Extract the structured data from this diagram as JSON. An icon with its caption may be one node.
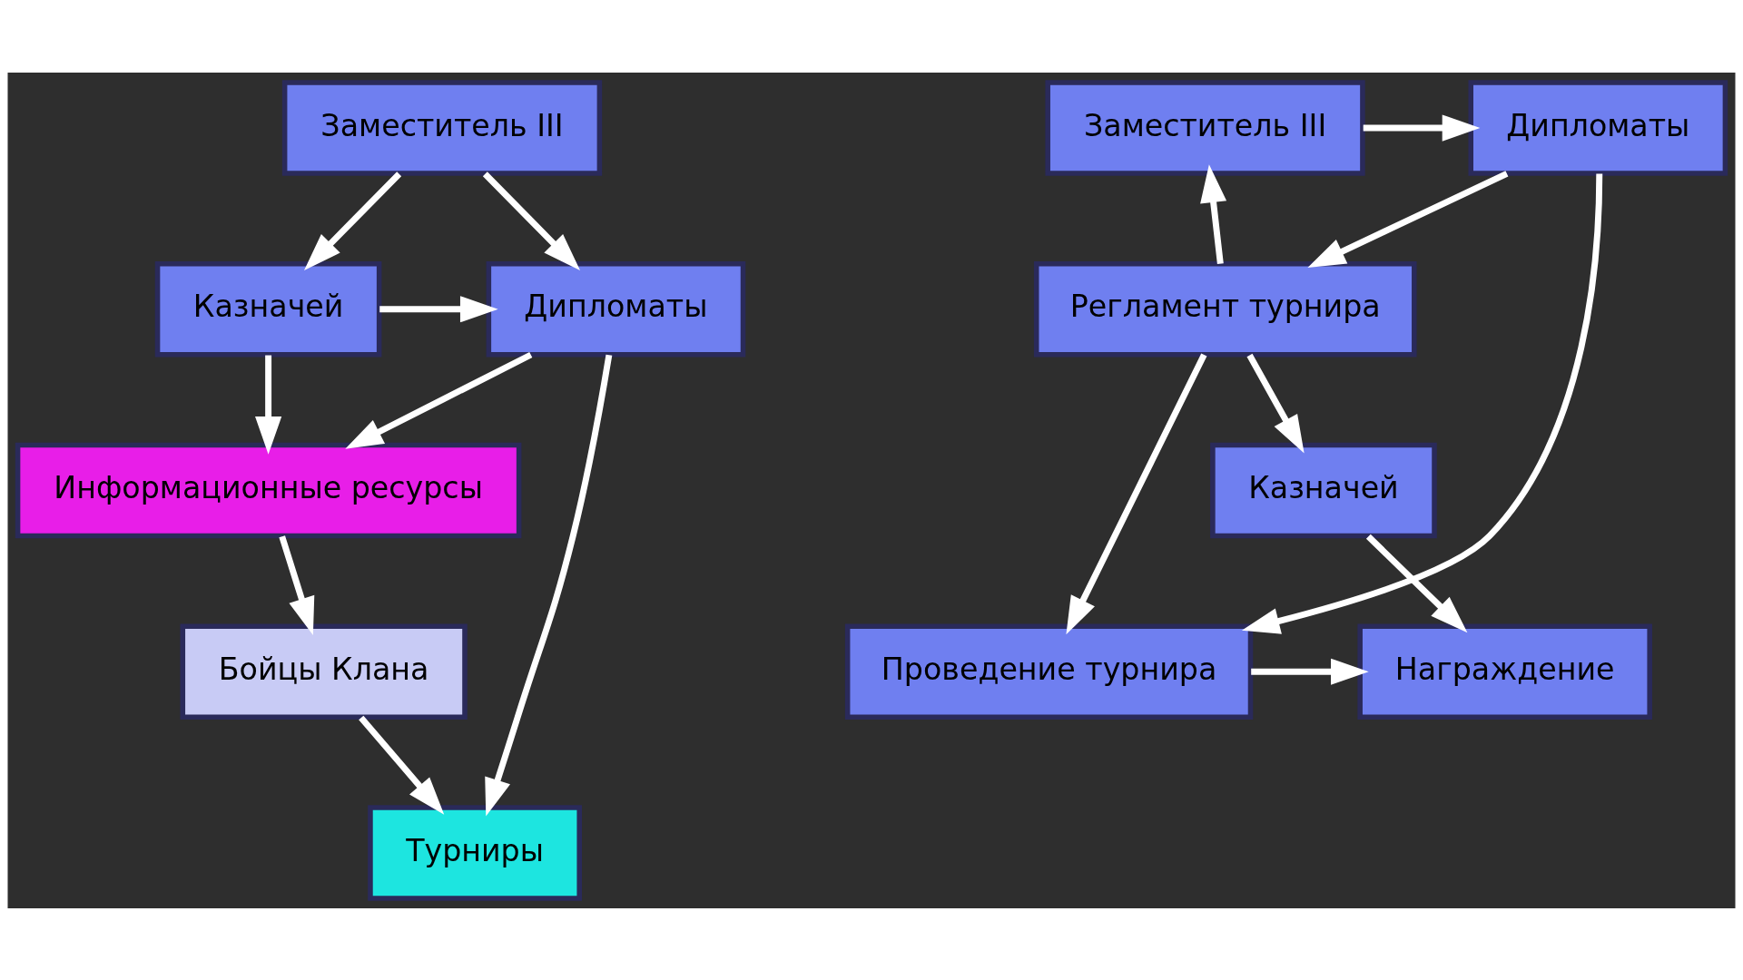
{
  "diagram": {
    "nodes": [
      {
        "text": [
          "Заместитель III"
        ]
      },
      {
        "text": [
          "Дипломаты"
        ]
      },
      {
        "text": [
          "Казначей"
        ]
      },
      {
        "text": [
          "Информационные ресурсы"
        ]
      },
      {
        "text": [
          "Турниры"
        ]
      },
      {
        "text": [
          "Бойцы Клана"
        ]
      },
      {
        "text": [
          "Заместитель III"
        ]
      },
      {
        "text": [
          "Дипломаты"
        ]
      },
      {
        "text": [
          "Регламент турнира"
        ]
      },
      {
        "text": [
          "Проведение турнира"
        ]
      },
      {
        "text": [
          "Награждение"
        ]
      },
      {
        "text": [
          "Казначей"
        ]
      }
    ],
    "edges": [
      {
        "from": 0,
        "to": 1,
        "arrow": "to"
      },
      {
        "from": 0,
        "to": 2,
        "arrow": "to"
      },
      {
        "from": 2,
        "to": 1,
        "arrow": "to"
      },
      {
        "from": 1,
        "to": 3,
        "arrow": "to"
      },
      {
        "from": 2,
        "to": 3,
        "arrow": "to"
      },
      {
        "from": 1,
        "to": 4,
        "arrow": "to"
      },
      {
        "from": 3,
        "to": 5,
        "arrow": "to"
      },
      {
        "from": 5,
        "to": 4,
        "arrow": "to"
      },
      {
        "from": 6,
        "to": 7,
        "arrow": "to"
      },
      {
        "from": 8,
        "to": 6,
        "arrow": "to"
      },
      {
        "from": 7,
        "to": 8,
        "arrow": "to"
      },
      {
        "from": 7,
        "to": 9,
        "arrow": "to"
      },
      {
        "from": 8,
        "to": 9,
        "arrow": "to"
      },
      {
        "from": 9,
        "to": 10,
        "arrow": "to"
      },
      {
        "from": 8,
        "to": 11,
        "arrow": "to"
      },
      {
        "from": 11,
        "to": 10,
        "arrow": "to"
      }
    ]
  }
}
